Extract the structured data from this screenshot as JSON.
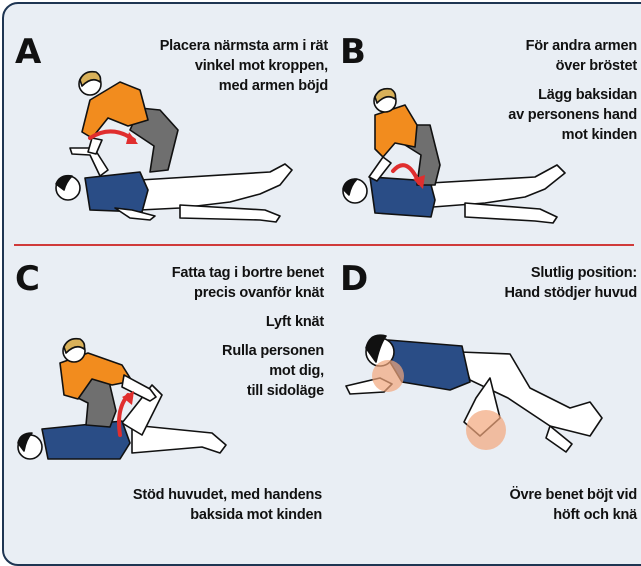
{
  "colors": {
    "background": "#e9eef4",
    "border": "#1e3552",
    "divider": "#d03a3a",
    "helper_shirt": "#f28c1e",
    "helper_pants": "#6f6f6f",
    "patient_shirt": "#2a4d86",
    "arrow": "#e02e2e",
    "hair": "#d9b15a",
    "patient_hair": "#111111",
    "skin": "#ffffff",
    "highlight": "#f2a77c"
  },
  "panels": {
    "a": {
      "letter": "A",
      "lines": [
        "Placera närmsta arm i rät",
        "vinkel mot kroppen,",
        "med armen böjd"
      ]
    },
    "b": {
      "letter": "B",
      "lines1": [
        "För andra armen",
        "över bröstet"
      ],
      "lines2": [
        "Lägg baksidan",
        "av personens hand",
        "mot kinden"
      ]
    },
    "c": {
      "letter": "C",
      "lines1": [
        "Fatta tag i bortre benet",
        "precis ovanför knät"
      ],
      "line2": "Lyft knät",
      "lines3": [
        "Rulla personen",
        "mot dig,",
        "till sidoläge"
      ],
      "bottom": [
        "Stöd huvudet, med handens",
        "baksida mot kinden"
      ]
    },
    "d": {
      "letter": "D",
      "lines": [
        "Slutlig position:",
        "Hand stödjer huvud"
      ],
      "bottom": [
        "Övre benet böjt vid",
        "höft och knä"
      ]
    }
  }
}
